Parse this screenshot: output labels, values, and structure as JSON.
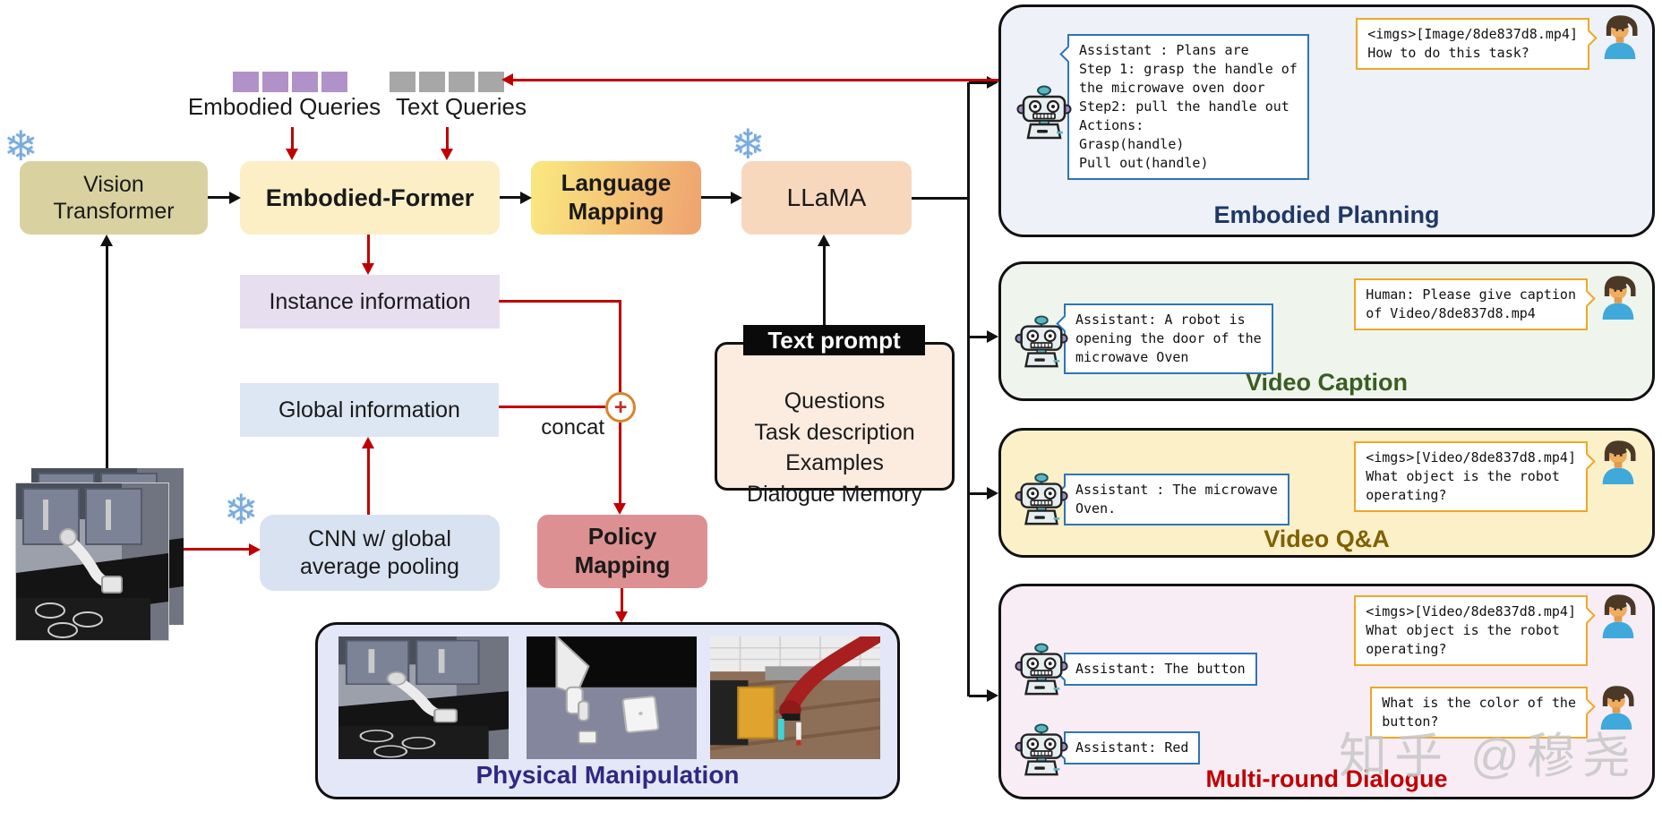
{
  "diagram": {
    "embodied_queries_label": "Embodied Queries",
    "text_queries_label": "Text Queries",
    "vision_transformer": "Vision\nTransformer",
    "embodied_former": "Embodied-Former",
    "language_mapping": "Language\nMapping",
    "llama": "LLaMA",
    "instance_information": "Instance information",
    "global_information": "Global information",
    "cnn": "CNN w/ global\naverage pooling",
    "policy_mapping": "Policy\nMapping",
    "concat": "concat",
    "plus": "+",
    "text_prompt": {
      "header": "Text prompt",
      "items": [
        "Questions",
        "Task description",
        "Examples",
        "Dialogue Memory"
      ]
    },
    "physical_manipulation_title": "Physical Manipulation"
  },
  "panels": {
    "planning": {
      "title": "Embodied Planning",
      "user": "<imgs>[Image/8de837d8.mp4]\nHow to do this task?",
      "assistant": "Assistant : Plans are\nStep 1: grasp the handle of\nthe microwave oven door\nStep2: pull the handle out\nActions:\nGrasp(handle)\nPull out(handle)"
    },
    "caption": {
      "title": "Video Caption",
      "user": "Human: Please give caption\nof Video/8de837d8.mp4",
      "assistant": "Assistant: A robot is\nopening the door of the\nmicrowave Oven"
    },
    "qa": {
      "title": "Video Q&A",
      "user": "<imgs>[Video/8de837d8.mp4]\nWhat object is the robot\noperating?",
      "assistant": "Assistant : The microwave\nOven."
    },
    "dialogue": {
      "title": "Multi-round Dialogue",
      "user1": "<imgs>[Video/8de837d8.mp4]\nWhat object is the robot\noperating?",
      "assistant1": "Assistant: The button",
      "user2": "What is the color of the\nbutton?",
      "assistant2": "Assistant: Red"
    }
  },
  "icons": {
    "snowflake": "❄"
  },
  "watermark": "知乎 @穆尧",
  "colors": {
    "arrow_red": "#c00000",
    "embodied_query_purple": "#b192c8",
    "text_query_gray": "#a7a7a7",
    "vision_transformer_bg": "#d9d2a0",
    "embodied_former_bg": "#fcefc6",
    "language_mapping_gradient": [
      "#fae67f",
      "#efa570"
    ],
    "llama_bg": "#f8d8bd",
    "instance_bg": "#e7def0",
    "global_bg": "#dde6f3",
    "cnn_bg": "#d9e2f1",
    "policy_bg": "#dd9091",
    "text_prompt_bg": "#fcebdf",
    "planning_panel_bg": "#eef1f8",
    "caption_panel_bg": "#eff5ec",
    "qa_panel_bg": "#fbf0c8",
    "dialogue_panel_bg": "#f8edf5",
    "phys_panel_bg": "#e4e7f7",
    "planning_title": "#1f3864",
    "caption_title": "#3a5d23",
    "qa_title": "#806000",
    "dialogue_title": "#c00000",
    "phys_title": "#312783",
    "assistant_bubble_border": "#2e75b6",
    "user_bubble_border": "#eda827"
  }
}
